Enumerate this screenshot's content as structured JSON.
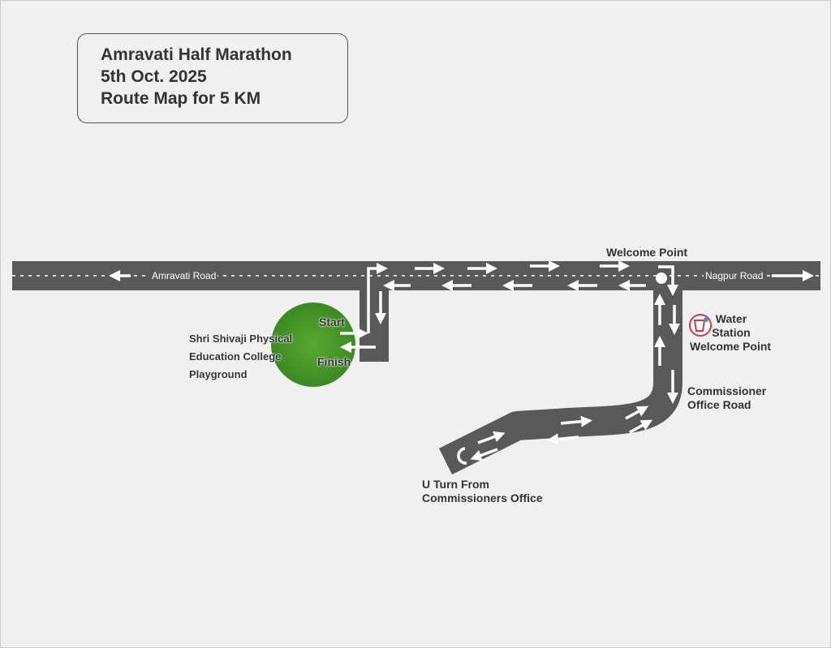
{
  "title": {
    "line1": "Amravati Half Marathon",
    "line2": "5th Oct. 2025",
    "line3": "Route Map for 5 KM"
  },
  "roads": {
    "west": "Amravati Road",
    "east": "Nagpur Road",
    "south": "Commissioner Office Road"
  },
  "labels": {
    "welcome_point": "Welcome Point",
    "start": "Start",
    "finish": "Finish",
    "venue": [
      "Shri Shivaji Physical",
      "Education College",
      "Playground"
    ],
    "water_station": [
      "Water",
      "Station",
      "Welcome Point"
    ],
    "commissioner_road": [
      "Commissioner",
      "Office Road"
    ],
    "u_turn": [
      "U Turn From",
      "Commissioners Office"
    ]
  },
  "colors": {
    "road": "#595959",
    "grass": "#4a9a2a",
    "water_icon": "#d9363e",
    "text": "#333333"
  },
  "icons": [
    "water-station-icon",
    "u-turn-icon",
    "welcome-point-marker"
  ]
}
